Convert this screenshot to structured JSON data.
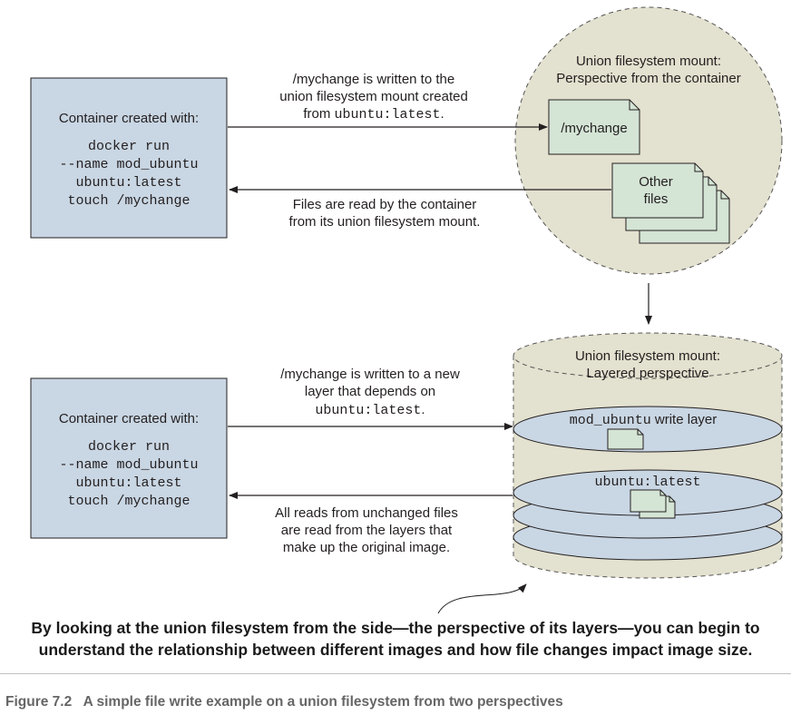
{
  "top_container": {
    "heading": "Container created with:",
    "command_lines": [
      "docker run",
      "--name mod_ubuntu",
      "ubuntu:latest",
      "touch /mychange"
    ]
  },
  "bottom_container": {
    "heading": "Container created with:",
    "command_lines": [
      "docker run",
      "--name mod_ubuntu",
      "ubuntu:latest",
      "touch /mychange"
    ]
  },
  "union_circle": {
    "title_lines": [
      "Union filesystem mount:",
      "Perspective from the container"
    ],
    "mychange_file": "/mychange",
    "other_files_lines": [
      "Other",
      "files"
    ]
  },
  "write_arrow_top": {
    "lines": [
      "/mychange is written to the",
      "union filesystem mount created"
    ],
    "line3_prefix": "from ",
    "line3_code": "ubuntu:latest",
    "line3_suffix": "."
  },
  "read_arrow_top": {
    "lines": [
      "Files are read by the container",
      "from its union filesystem mount."
    ]
  },
  "layered_cylinder": {
    "title_lines": [
      "Union filesystem mount:",
      "Layered perspective"
    ],
    "write_layer_code": "mod_ubuntu",
    "write_layer_text": " write layer",
    "base_layer_code": "ubuntu:latest"
  },
  "write_arrow_bottom": {
    "lines": [
      "/mychange is written to a new",
      "layer that depends on"
    ],
    "line3_code": "ubuntu:latest",
    "line3_suffix": "."
  },
  "read_arrow_bottom": {
    "lines": [
      "All reads from unchanged files",
      "are read from the layers that",
      "make up the original image."
    ]
  },
  "annotation": {
    "line1": "By looking at the union filesystem from the side—the perspective of its layers—you can begin to",
    "line2": "understand the relationship between different images and how file changes impact image size."
  },
  "caption": {
    "number": "Figure 7.2",
    "text": "A simple file write example on a union filesystem from two perspectives"
  },
  "colors": {
    "container_fill": "#c9d6e3",
    "mount_fill": "#e3e1cf",
    "file_fill": "#d4e4d5",
    "layer_fill": "#c9d6e3"
  }
}
